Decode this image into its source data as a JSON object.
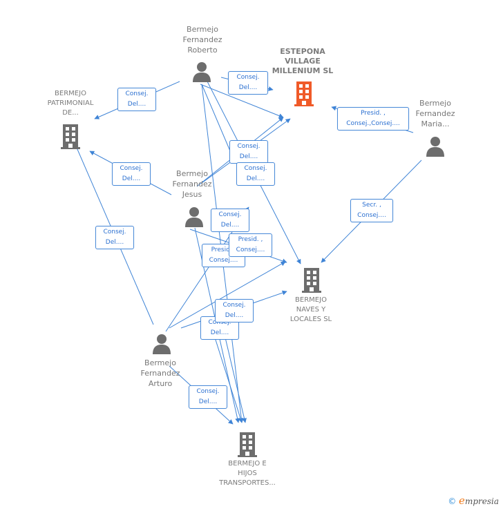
{
  "colors": {
    "edge": "#3f84d6",
    "person": "#6d6d6d",
    "company": "#6d6d6d",
    "focus_company": "#f05a28"
  },
  "nodes": {
    "roberto": {
      "label": "Bermejo\nFernandez\nRoberto",
      "type": "person"
    },
    "estepona": {
      "label": "ESTEPONA\nVILLAGE\nMILLENIUM SL",
      "type": "company-focus"
    },
    "patrimonial": {
      "label": "BERMEJO\nPATRIMONIAL\nDE...",
      "type": "company"
    },
    "maria": {
      "label": "Bermejo\nFernandez\nMaria...",
      "type": "person"
    },
    "jesus": {
      "label": "Bermejo\nFernandez\nJesus",
      "type": "person"
    },
    "naves": {
      "label": "BERMEJO\nNAVES Y\nLOCALES SL",
      "type": "company"
    },
    "arturo": {
      "label": "Bermejo\nFernandez\nArturo",
      "type": "person"
    },
    "transportes": {
      "label": "BERMEJO E\nHIJOS\nTRANSPORTES...",
      "type": "company"
    }
  },
  "relations": [
    {
      "label": "Consej.\nDel...."
    },
    {
      "label": "Consej.\nDel...."
    },
    {
      "label": "Presid. ,\nConsej.,Consej...."
    },
    {
      "label": "Consej.\nDel...."
    },
    {
      "label": "Consej.\nDel...."
    },
    {
      "label": "Consej.\nDel...."
    },
    {
      "label": "Secr. ,\nConsej...."
    },
    {
      "label": "Consej.\nDel...."
    },
    {
      "label": "Consej.\nDel...."
    },
    {
      "label": "Presid. ,\nConsej...."
    },
    {
      "label": "Presid. ,\nConsej...."
    },
    {
      "label": "Consej.\nDel...."
    },
    {
      "label": "Consej.\nDel...."
    },
    {
      "label": "Consej.\nDel...."
    }
  ],
  "footer": {
    "copyright": "©",
    "brand_initial": "e",
    "brand_rest": "mpresia"
  }
}
